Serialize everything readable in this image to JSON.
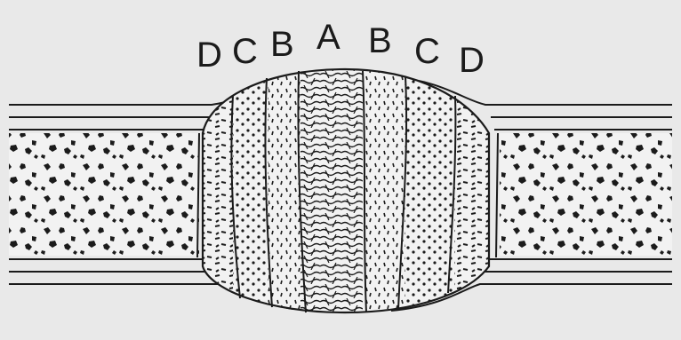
{
  "labels": {
    "left_d": "D",
    "left_c": "C",
    "left_b": "B",
    "center_a": "A",
    "right_b": "B",
    "right_c": "C",
    "right_d": "D"
  },
  "colors": {
    "background": "#e9e9e9",
    "ink": "#1b1b1b",
    "paper": "#f2f2f2"
  }
}
